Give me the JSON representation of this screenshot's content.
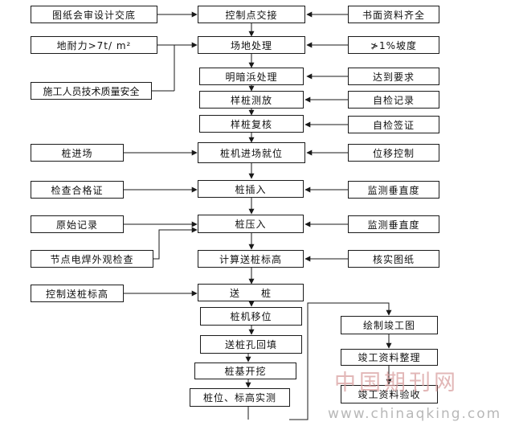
{
  "center": {
    "control_handover": "控制点交接",
    "site_treatment": "场地处理",
    "ditch_treatment": "明暗浜处理",
    "pile_layout": "样桩测放",
    "pile_recheck": "样桩复核",
    "rig_in_place": "桩机进场就位",
    "pile_insert": "桩插入",
    "pile_press": "桩压入",
    "calc_elevation": "计算送桩标高",
    "send_pile": "送　　桩",
    "rig_move": "桩机移位",
    "hole_backfill": "送桩孔回填",
    "pit_excavation": "桩基开挖",
    "position_survey": "桩位、标高实测"
  },
  "left": {
    "drawing_review": "图纸会审设计交底",
    "bearing_capacity": "地耐力>7t/ m²",
    "personnel_safety": "施工人员技术质量安全",
    "pile_arrival": "桩进场",
    "qualification_check": "检查合格证",
    "original_record": "原始记录",
    "weld_inspection": "节点电焊外观检查",
    "control_elevation": "控制送桩标高"
  },
  "right": {
    "documents_ready": "书面资料齐全",
    "slope": "≯1%坡度",
    "meet_requirements": "达到要求",
    "self_check_record": "自检记录",
    "self_check_sign": "自检签证",
    "displacement_control": "位移控制",
    "verticality_1": "监测垂直度",
    "verticality_2": "监测垂直度",
    "verify_drawing": "核实图纸"
  },
  "completion": {
    "draw_asbuilt": "绘制竣工图",
    "organize_docs": "竣工资料整理",
    "accept_docs": "竣工资料验收"
  },
  "watermark": {
    "chinese": "中国期刊网",
    "url": "www.chinaqking.com"
  },
  "colors": {
    "line": "#1a1a1a",
    "watermark_cn": "#d9a0a0",
    "watermark_url": "#b8b8b8"
  }
}
